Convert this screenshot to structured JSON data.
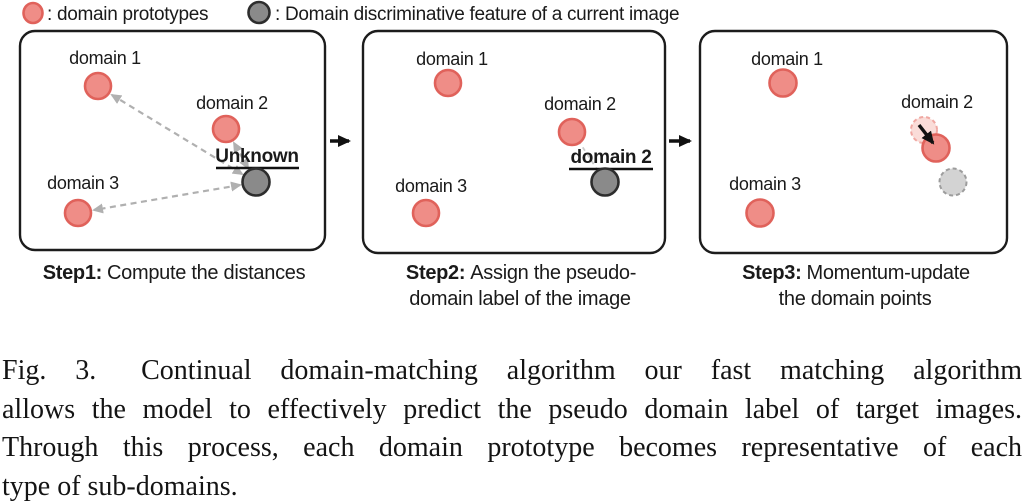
{
  "legend": {
    "prototype_label": ": domain prototypes",
    "feature_label": ": Domain discriminative feature of a current image"
  },
  "panels": [
    {
      "domain1": "domain 1",
      "domain2": "domain 2",
      "domain3": "domain 3",
      "feature_label": "Unknown",
      "step_bold": "Step1:",
      "step_rest": "Compute the distances",
      "step_line2": ""
    },
    {
      "domain1": "domain 1",
      "domain2": "domain 2",
      "domain3": "domain 3",
      "feature_label": "domain 2",
      "step_bold": "Step2:",
      "step_rest": "Assign the pseudo-",
      "step_line2": "domain label of the image"
    },
    {
      "domain1": "domain 1",
      "domain2": "domain 2",
      "domain3": "domain 3",
      "step_bold": "Step3:",
      "step_rest": "Momentum-update",
      "step_line2": "the domain points"
    }
  ],
  "caption": {
    "line1_prefix": "Fig. 3.",
    "line1_rest": "Continual domain-matching algorithm our fast matching algorithm",
    "line2": "allows the model to effectively predict the pseudo domain label of target images.",
    "line3": "Through this process, each domain prototype becomes representative of each",
    "line4": "type of sub-domains."
  },
  "colors": {
    "prototype_fill": "#ef8d87",
    "prototype_stroke": "#e0625b",
    "feature_fill": "#8a8a8a",
    "feature_stroke": "#2d2d2d",
    "faded_prototype_fill": "#fadcd8",
    "faded_prototype_stroke": "#f0a8a2",
    "faded_feature_fill": "#d3d3d3",
    "faded_feature_stroke": "#9c9c9c",
    "distance_arrow": "#b0b0b0",
    "panel_border": "#1c1c1c"
  }
}
